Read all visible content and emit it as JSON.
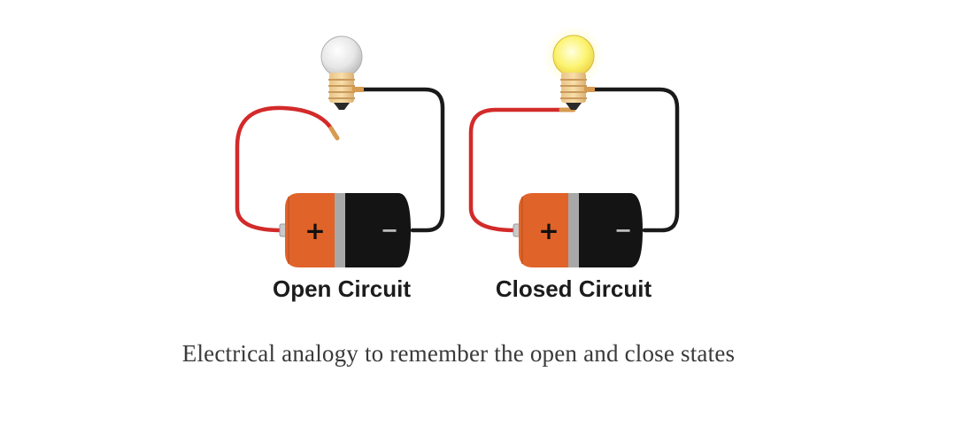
{
  "open_circuit": {
    "label": "Open Circuit",
    "plus_sign": "+",
    "minus_sign": "−",
    "bulb_state": "off"
  },
  "closed_circuit": {
    "label": "Closed Circuit",
    "plus_sign": "+",
    "minus_sign": "−",
    "bulb_state": "on"
  },
  "caption": "Electrical analogy to remember the open and close states",
  "colors": {
    "battery_positive": "#e0632a",
    "battery_negative": "#141414",
    "battery_band": "#9a9a9a",
    "red_wire": "#d32a2a",
    "black_wire": "#1a1a1a",
    "bulb_off": "#e8e8e8",
    "bulb_on": "#fbf58a",
    "bulb_base": "#f3d39d"
  }
}
